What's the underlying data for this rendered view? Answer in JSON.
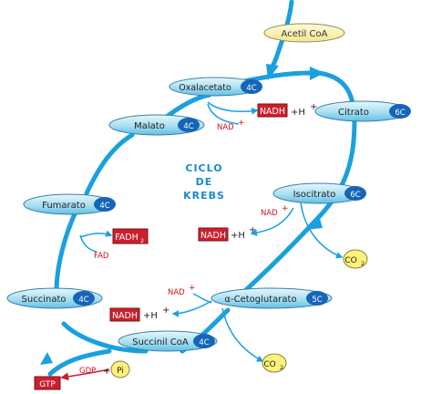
{
  "title": {
    "line1": "CICLO",
    "line2": "DE",
    "line3": "KREBS"
  },
  "acetyl": "Acetil CoA",
  "nodes": {
    "oxalacetato": {
      "label": "Oxalacetato",
      "carbons": "4C"
    },
    "citrato": {
      "label": "Citrato",
      "carbons": "6C"
    },
    "isocitrato": {
      "label": "Isocitrato",
      "carbons": "6C"
    },
    "cetoglutarato": {
      "label": "α-Cetoglutarato",
      "carbons": "5C"
    },
    "succinilcoa": {
      "label": "Succinil CoA",
      "carbons": "4C"
    },
    "succinato": {
      "label": "Succinato",
      "carbons": "4C"
    },
    "fumarato": {
      "label": "Fumarato",
      "carbons": "4C"
    },
    "malato": {
      "label": "Malato",
      "carbons": "4C"
    }
  },
  "cofactors": {
    "nadh": "NADH",
    "plus_h": "+H",
    "nad": "NAD",
    "fadh2_base": "FADH",
    "fadh2_sub": "2",
    "fad": "FAD",
    "co2_base": "CO",
    "co2_sub": "2",
    "gtp": "GTP",
    "gdp": "GDP",
    "pi": "Pi",
    "plus": "+"
  },
  "colors": {
    "cycle": "#1aa0e0",
    "node_fill": "#a9dff2",
    "badge": "#1565b8",
    "red_box": "#cc1f2d",
    "red_text": "#d01020",
    "acetyl_fill": "#fdf6c2",
    "pi_fill": "#fff27a",
    "title": "#1a8ad4"
  }
}
